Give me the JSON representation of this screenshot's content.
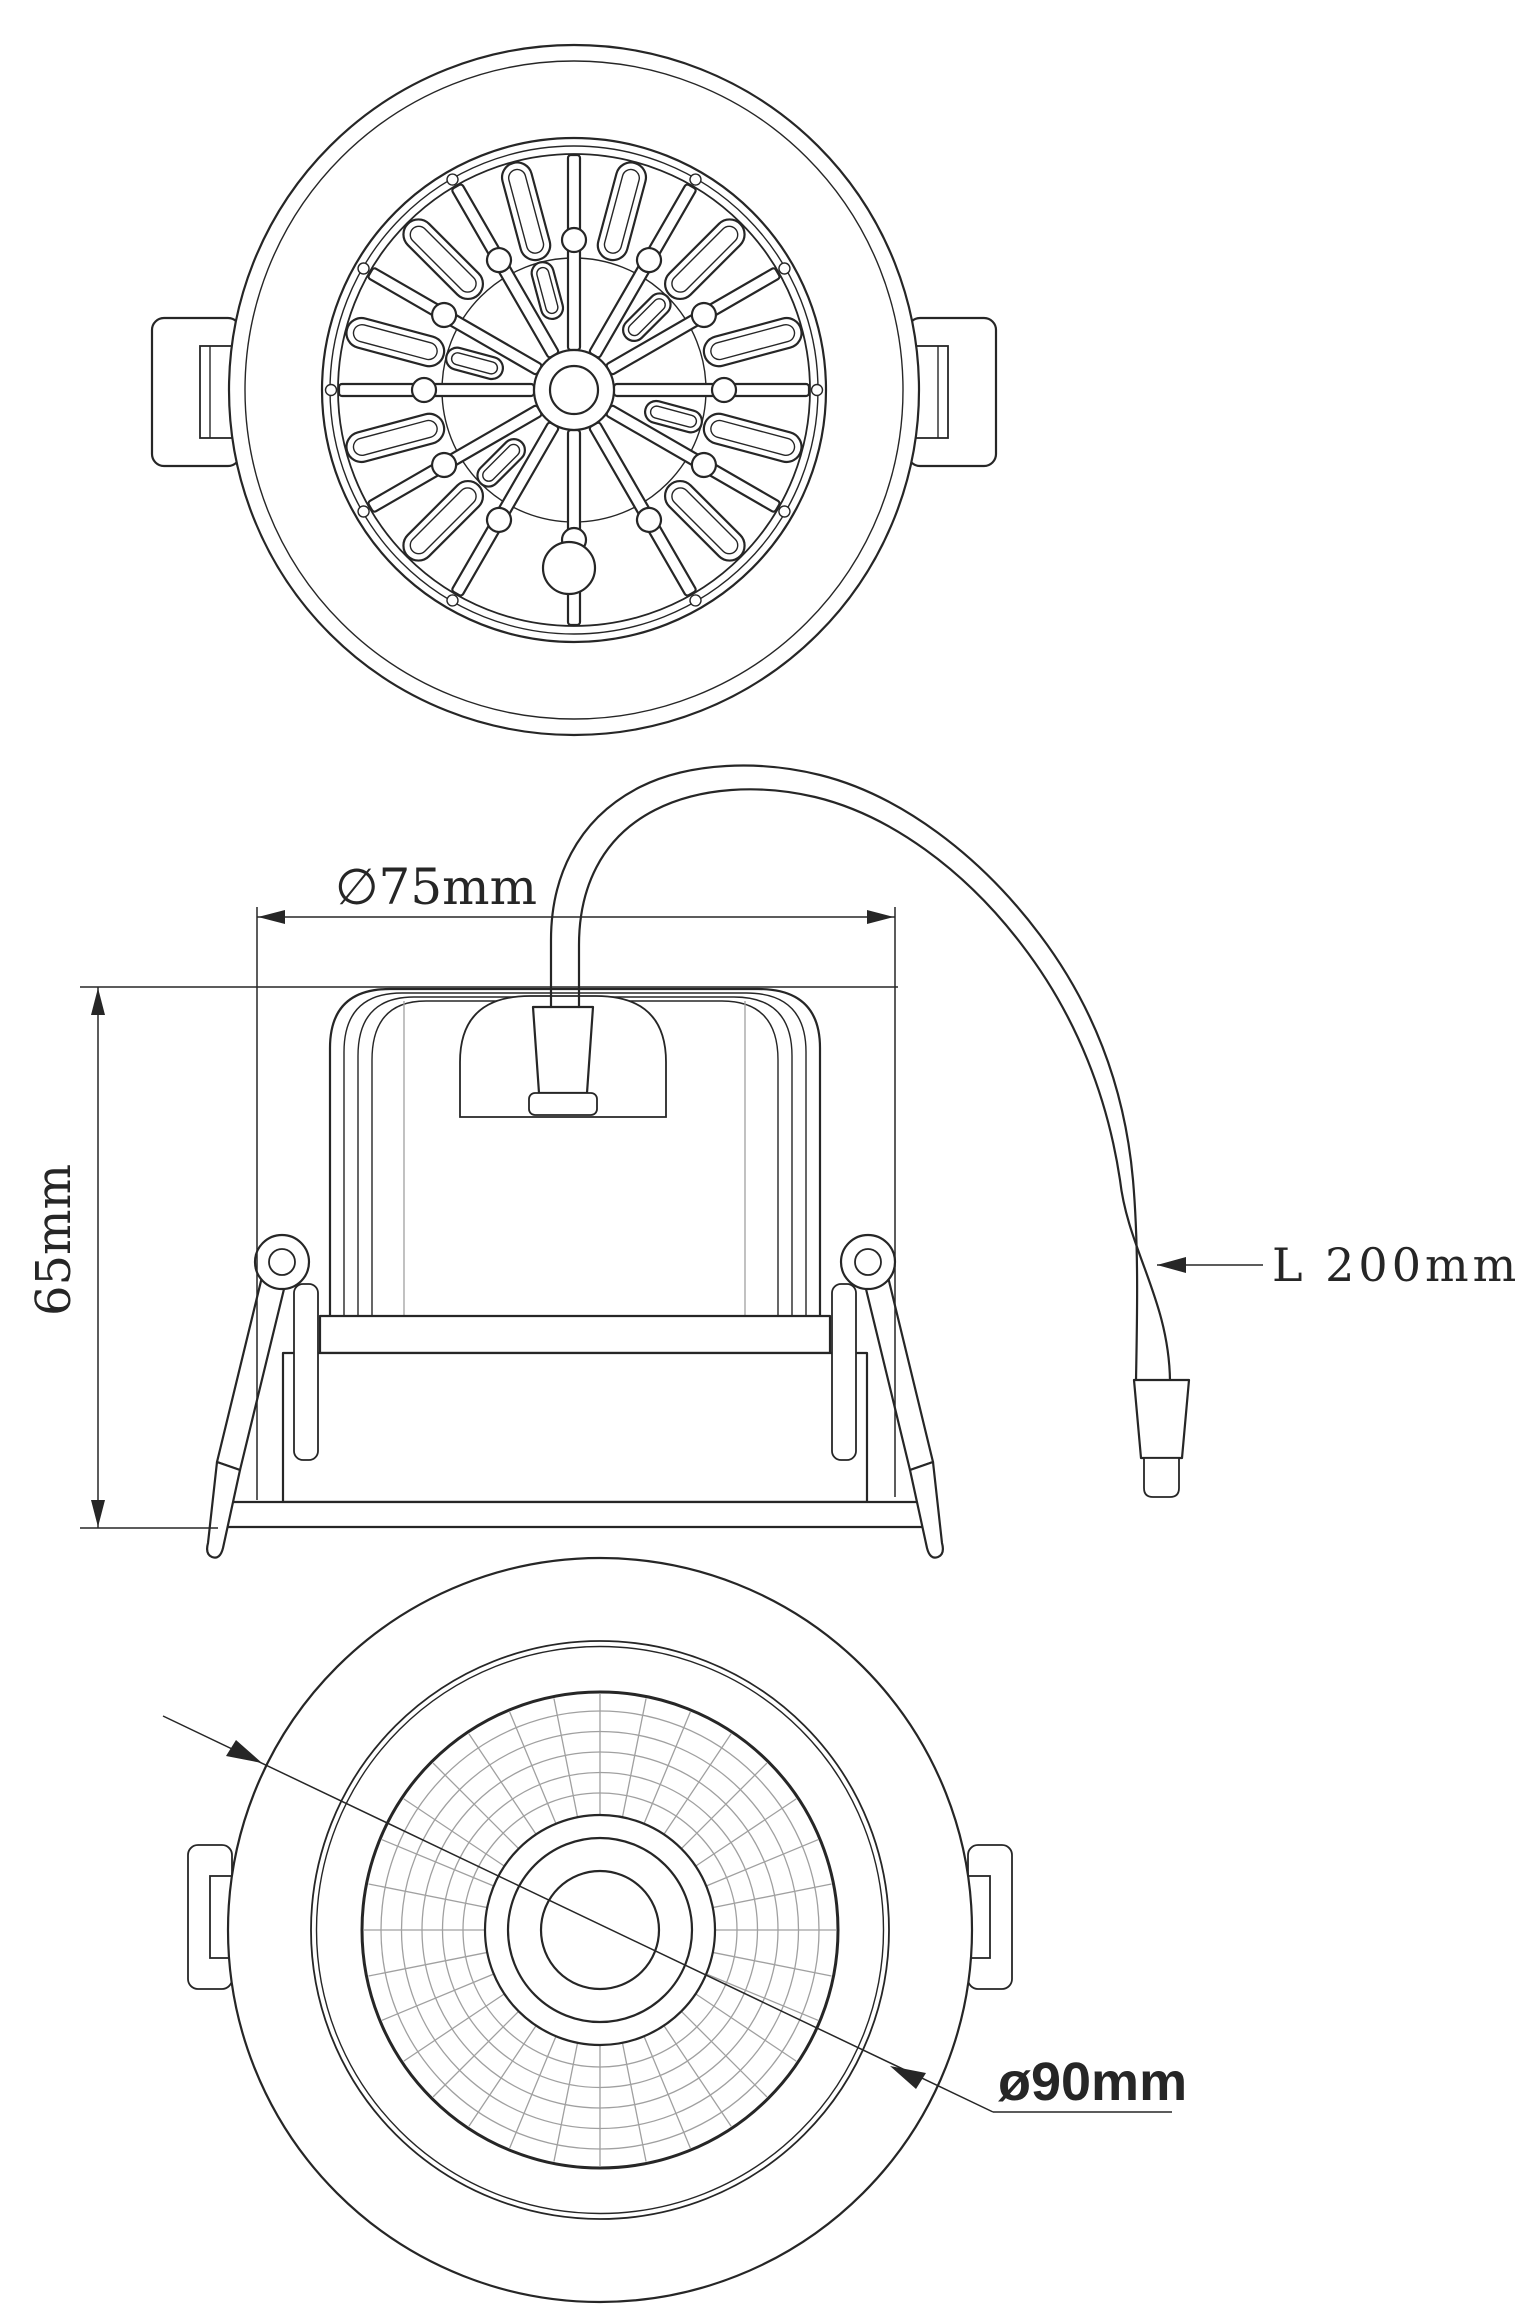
{
  "drawing": {
    "dimensions": {
      "body_diameter": "∅75mm",
      "recess_height": "65mm",
      "cable_length": "L 200mm",
      "face_diameter": "ø90mm"
    },
    "colors": {
      "line": "#262626",
      "grid_line": "#a0a0a0",
      "background": "#ffffff"
    }
  }
}
